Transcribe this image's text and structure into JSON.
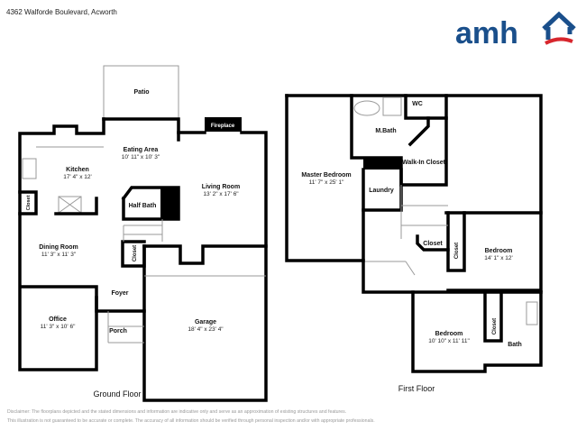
{
  "header": {
    "address": "4362 Walforde Boulevard, Acworth"
  },
  "logo": {
    "text": "amh",
    "colors": {
      "blue": "#1a4f8b",
      "red": "#d7262d"
    }
  },
  "ground_floor": {
    "title": "Ground Floor",
    "rooms": [
      {
        "name": "Patio",
        "dims": ""
      },
      {
        "name": "Fireplace",
        "dims": ""
      },
      {
        "name": "Eating Area",
        "dims": "10' 11\" x 10' 3\""
      },
      {
        "name": "Kitchen",
        "dims": "17' 4\" x 12'"
      },
      {
        "name": "Living Room",
        "dims": "13' 2\" x 17' 6\""
      },
      {
        "name": "Half Bath",
        "dims": ""
      },
      {
        "name": "Closet",
        "dims": ""
      },
      {
        "name": "Dining Room",
        "dims": "11' 3\" x 11' 3\""
      },
      {
        "name": "Closet",
        "dims": ""
      },
      {
        "name": "Foyer",
        "dims": ""
      },
      {
        "name": "Office",
        "dims": "11' 3\" x 10' 6\""
      },
      {
        "name": "Porch",
        "dims": ""
      },
      {
        "name": "Garage",
        "dims": "18' 4\" x 23' 4\""
      }
    ]
  },
  "first_floor": {
    "title": "First Floor",
    "rooms": [
      {
        "name": "Master Bedroom",
        "dims": "11' 7\" x 25' 1\""
      },
      {
        "name": "M.Bath",
        "dims": ""
      },
      {
        "name": "WC",
        "dims": ""
      },
      {
        "name": "Walk-In Closet",
        "dims": ""
      },
      {
        "name": "Laundry",
        "dims": ""
      },
      {
        "name": "Closet",
        "dims": ""
      },
      {
        "name": "Closet",
        "dims": ""
      },
      {
        "name": "Bedroom",
        "dims": "14' 1\" x 12'"
      },
      {
        "name": "Bedroom",
        "dims": "10' 10\" x 11' 11\""
      },
      {
        "name": "Closet",
        "dims": ""
      },
      {
        "name": "Bath",
        "dims": ""
      }
    ]
  },
  "disclaimer": {
    "line1": "Disclaimer: The floorplans depicted and the stated dimensions and information are indicative only and serve as an approximation of existing structures and features.",
    "line2": "This illustration is not guaranteed to be accurate or complete. The accuracy of all information should be verified through personal inspection and/or with appropriate professionals."
  }
}
